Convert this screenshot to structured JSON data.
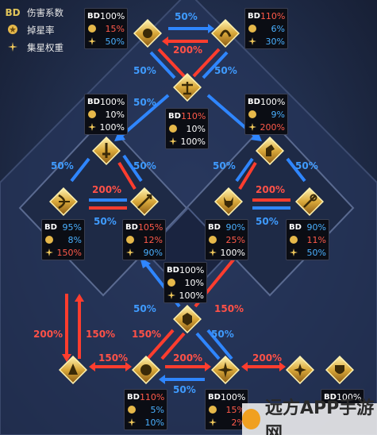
{
  "legend": {
    "bd_key": "BD",
    "bd_label": "伤害系数",
    "drop_label": "掉星率",
    "weight_label": "集星权重",
    "drop_icon": "coin-star-icon",
    "weight_icon": "sparkle-star-icon"
  },
  "stat_key": "BD",
  "stats": {
    "top_left": {
      "bd": "100%",
      "drop": "15%",
      "weight": "50%"
    },
    "top_right": {
      "bd": "110%",
      "drop": "6%",
      "weight": "30%"
    },
    "mid_left": {
      "bd": "100%",
      "drop": "10%",
      "weight": "100%"
    },
    "scale": {
      "bd": "110%",
      "drop": "10%",
      "weight": "100%"
    },
    "mid_right": {
      "bd": "100%",
      "drop": "9%",
      "weight": "200%"
    },
    "archer": {
      "bd": "95%",
      "drop": "8%",
      "weight": "150%"
    },
    "lancer": {
      "bd": "105%",
      "drop": "12%",
      "weight": "90%"
    },
    "wolf": {
      "bd": "90%",
      "drop": "25%",
      "weight": "100%"
    },
    "staff": {
      "bd": "90%",
      "drop": "11%",
      "weight": "50%"
    },
    "center": {
      "bd": "100%",
      "drop": "10%",
      "weight": "100%"
    },
    "bottom_a": {
      "bd": "110%",
      "drop": "5%",
      "weight": "10%"
    },
    "bottom_b": {
      "bd": "100%",
      "drop": "15%",
      "weight": "2%"
    },
    "bottom_c": {
      "bd": "100%",
      "drop": "",
      "weight": ""
    }
  },
  "arrows": {
    "top_blue": "50%",
    "top_red": "200%",
    "tl_blue": "50%",
    "tr_blue": "50%",
    "scale_blue": "50%",
    "saber_left_blue": "50%",
    "saber_right_blue": "50%",
    "saber_red": "200%",
    "saber_blue_bottom": "50%",
    "rider_left_blue": "50%",
    "rider_right_blue": "50%",
    "rider_red": "200%",
    "rider_blue_bottom": "50%",
    "center_blue": "50%",
    "center_red": "150%",
    "left_red_down": "200%",
    "left_red_up": "150%",
    "bottom_150a": "150%",
    "bottom_150b": "150%",
    "bottom_200": "200%",
    "bottom_blue_a": "50%",
    "bottom_blue_b": "50%",
    "bottom_right_200": "200%"
  },
  "watermark": {
    "text": "远方APP手游网"
  }
}
